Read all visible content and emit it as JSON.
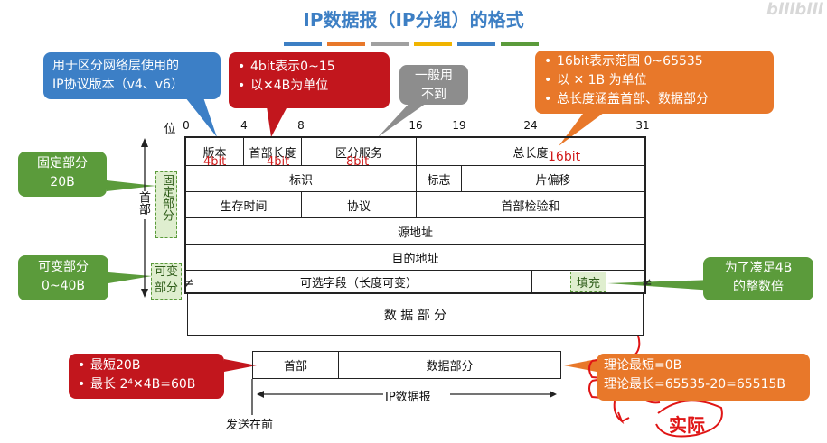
{
  "title": "IP数据报（IP分组）的格式",
  "watermark": "bilibili",
  "title_bar_colors": [
    "#3d7fc4",
    "#e8782a",
    "#a0a0a0",
    "#f0b400",
    "#3d7fc4",
    "#5b9b3b"
  ],
  "ruler": {
    "prefix": "位",
    "marks": [
      "0",
      "4",
      "8",
      "16",
      "19",
      "24",
      "31"
    ]
  },
  "callouts": {
    "version_note": [
      "用于区分网络层使用的",
      "IP协议版本（v4、v6）"
    ],
    "header_length_note": [
      "4bit表示0~15",
      "以✕4B为单位"
    ],
    "tos_note": [
      "一般用",
      "不到"
    ],
    "total_length_note": [
      "16bit表示范围 0~65535",
      "以 ✕ 1B 为单位",
      "总长度涵盖首部、数据部分"
    ],
    "fixed_part": [
      "固定部分",
      "20B"
    ],
    "variable_part": [
      "可变部分",
      "0~40B"
    ],
    "padding_note": [
      "为了凑足4B",
      "的整数倍"
    ],
    "header_size_note": [
      "最短20B",
      "最长 2⁴✕4B=60B"
    ],
    "theory_note": [
      "理论最短=0B",
      "理论最长=65535-20=65515B"
    ]
  },
  "header_label": "首部",
  "fixed_label": "固定部分",
  "variable_label": "可变部分",
  "fields": {
    "version": "版本",
    "header_length": "首部长度",
    "tos": "区分服务",
    "total_length": "总长度",
    "identification": "标识",
    "flags": "标志",
    "fragment_offset": "片偏移",
    "ttl": "生存时间",
    "protocol": "协议",
    "checksum": "首部检验和",
    "source": "源地址",
    "destination": "目的地址",
    "options": "可选字段（长度可变）",
    "padding": "填充",
    "data": "数 据 部 分"
  },
  "bit_annotations": {
    "version": "4bit",
    "header_length": "4bit",
    "tos": "8bit",
    "total_length": "16bit"
  },
  "datagram": {
    "header": "首部",
    "data": "数据部分",
    "label": "IP数据报",
    "send_first": "发送在前"
  },
  "handwriting": {
    "actual": "实际"
  }
}
